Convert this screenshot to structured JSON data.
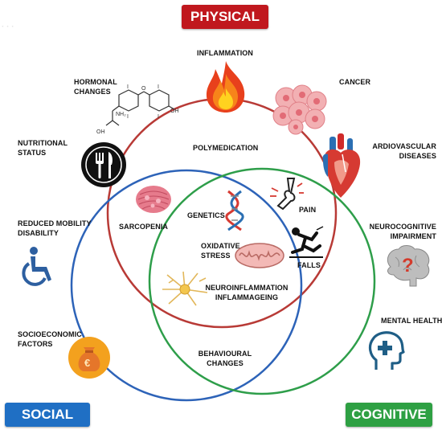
{
  "badges": {
    "physical": "PHYSICAL",
    "social": "SOCIAL",
    "cognitive": "COGNITIVE"
  },
  "labels": {
    "inflammation": "INFLAMMATION",
    "hormonal_1": "HORMONAL",
    "hormonal_2": "CHANGES",
    "cancer": "CANCER",
    "nutritional_1": "NUTRITIONAL",
    "nutritional_2": "STATUS",
    "polymedication": "POLYMEDICATION",
    "cardio_1": "ARDIOVASCULAR",
    "cardio_2": "DISEASES",
    "genetics": "GENETICS",
    "pain": "PAIN",
    "reduced_1": "REDUCED MOBILITY",
    "reduced_2": "DISABILITY",
    "sarcopenia": "SARCOPENIA",
    "neurocog_1": "NEUROCOGNITIVE",
    "neurocog_2": "IMPAIRMENT",
    "oxidative_1": "OXIDATIVE",
    "oxidative_2": "STRESS",
    "falls": "FALLS",
    "neuroinf_1": "NEUROINFLAMMATION",
    "neuroinf_2": "INFLAMMAGEING",
    "mental_health": "MENTAL HEALTH",
    "socio_1": "SOCIOECONOMIC",
    "socio_2": "FACTORS",
    "behav_1": "BEHAVIOURAL",
    "behav_2": "CHANGES"
  },
  "molecule": {
    "nh2": "NH₂",
    "oh": "OH",
    "i": "I",
    "o": "O"
  },
  "currency_symbol": "€",
  "question_mark": "?",
  "colors": {
    "physical": "#b83a36",
    "social": "#2d63b8",
    "cognitive": "#2e9e4a",
    "physical_badge": "#c0181e",
    "social_badge": "#1f6fc4",
    "cognitive_badge": "#2ea043"
  }
}
